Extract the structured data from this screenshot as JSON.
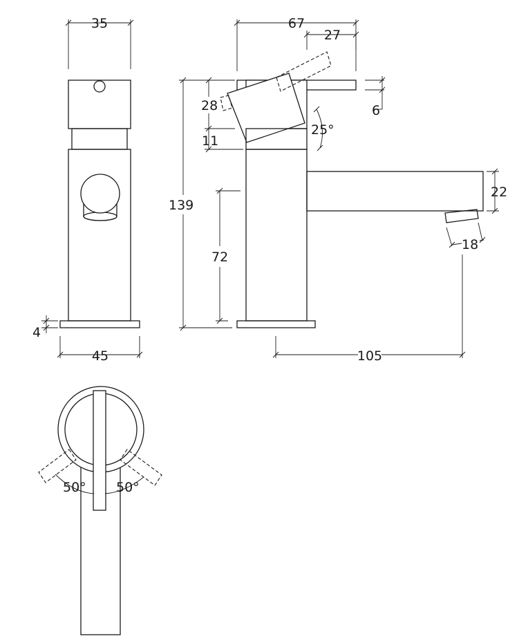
{
  "dimensions": {
    "top_view_width": "35",
    "side_overall_length": "67",
    "handle_length": "27",
    "handle_height": "28",
    "handle_plate_thickness": "6",
    "lever_angle": "25°",
    "collar_height": "11",
    "overall_height": "139",
    "body_height": "72",
    "spout_height": "22",
    "aerator_width": "18",
    "base_thickness": "4",
    "base_width": "45",
    "spout_projection": "105",
    "rotation_left": "50°",
    "rotation_right": "50°"
  }
}
